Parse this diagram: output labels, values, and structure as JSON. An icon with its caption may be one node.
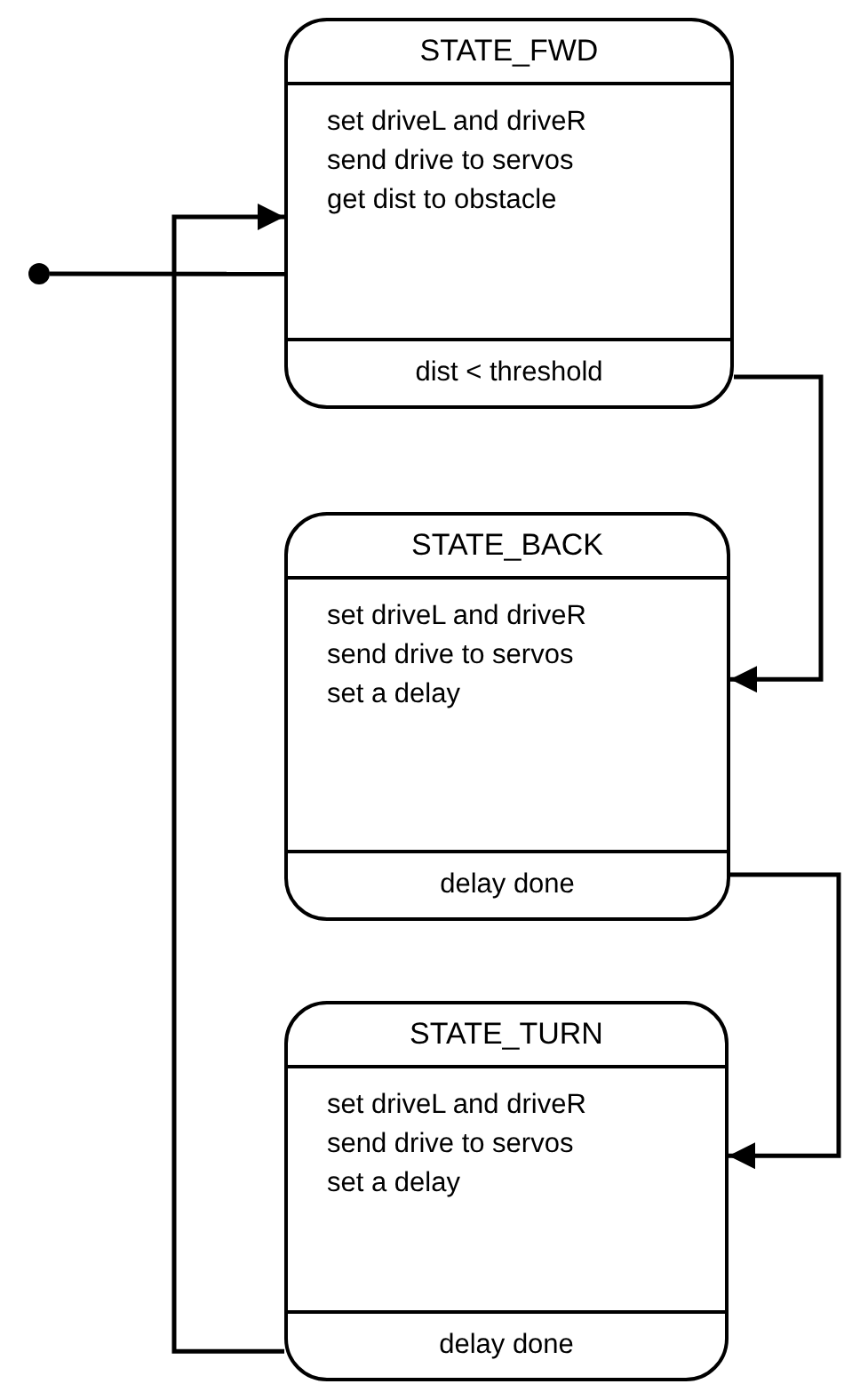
{
  "diagram": {
    "nodes": [
      {
        "text": [],
        "shape": "circle"
      },
      {
        "text": [
          "STATE_FWD",
          "set driveL and driveR",
          "send drive to servos",
          "get dist to obstacle",
          "dist < threshold"
        ]
      },
      {
        "text": [
          "STATE_BACK",
          "set driveL and driveR",
          "send drive to servos",
          "set a delay",
          "delay done"
        ]
      },
      {
        "text": [
          "STATE_TURN",
          "set driveL and driveR",
          "send drive to servos",
          "set a delay",
          "delay done"
        ]
      }
    ],
    "edges": [
      {
        "from": 0,
        "to": 1,
        "arrow": "none"
      },
      {
        "from": 1,
        "to": 2,
        "arrow": "to"
      },
      {
        "from": 2,
        "to": 3,
        "arrow": "to"
      },
      {
        "from": 3,
        "to": 1,
        "arrow": "to"
      }
    ]
  }
}
